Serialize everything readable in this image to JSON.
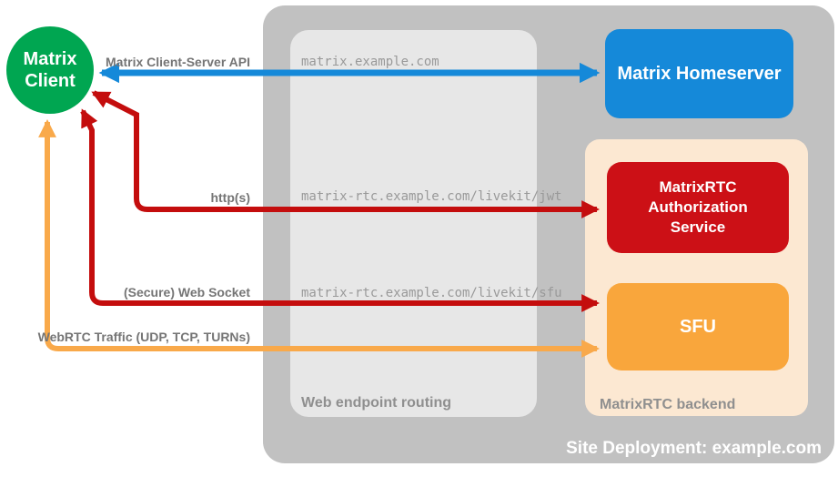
{
  "diagram": {
    "site_label": "Site Deployment: example.com",
    "routing_label": "Web endpoint routing",
    "backend_label": "MatrixRTC backend"
  },
  "nodes": {
    "client": "Matrix\nClient",
    "homeserver": "Matrix Homeserver",
    "auth_service": "MatrixRTC\nAuthorization\nService",
    "sfu": "SFU"
  },
  "connections": [
    {
      "label": "Matrix Client-Server API",
      "route": "matrix.example.com",
      "color": "#1589D9"
    },
    {
      "label": "http(s)",
      "route": "matrix-rtc.example.com/livekit/jwt",
      "color": "#C40D0D"
    },
    {
      "label": "(Secure) Web Socket",
      "route": "matrix-rtc.example.com/livekit/sfu",
      "color": "#C40D0D"
    },
    {
      "label": "WebRTC Traffic (UDP, TCP, TURNs)",
      "route": "",
      "color": "#F9A94A"
    }
  ],
  "colors": {
    "client_green": "#00A651",
    "homeserver_blue": "#1589D9",
    "auth_red": "#CC1016",
    "sfu_orange": "#F9A63C",
    "site_gray": "#C1C1C1",
    "routing_gray": "#E7E7E7",
    "backend_peach": "#FCE8D2",
    "label_gray": "#757575"
  }
}
